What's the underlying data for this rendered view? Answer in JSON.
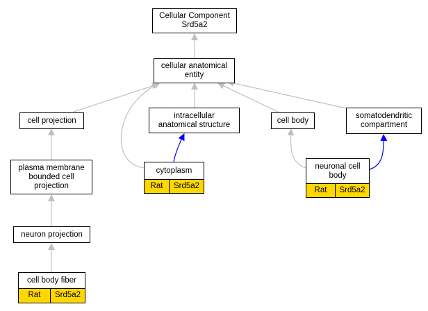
{
  "nodes": {
    "root": {
      "line1": "Cellular Component",
      "line2": "Srd5a2"
    },
    "cae": {
      "line1": "cellular anatomical",
      "line2": "entity"
    },
    "cellproj": {
      "line1": "cell projection"
    },
    "ias": {
      "line1": "intracellular",
      "line2": "anatomical structure"
    },
    "cellbody": {
      "line1": "cell body"
    },
    "somato": {
      "line1": "somatodendritic",
      "line2": "compartment"
    },
    "pmbcp": {
      "line1": "plasma membrane",
      "line2": "bounded cell",
      "line3": "projection"
    },
    "cytoplasm": {
      "line1": "cytoplasm",
      "species": "Rat",
      "gene": "Srd5a2"
    },
    "ncb": {
      "line1": "neuronal cell",
      "line2": "body",
      "species": "Rat",
      "gene": "Srd5a2"
    },
    "neuronproj": {
      "line1": "neuron projection"
    },
    "cbf": {
      "line1": "cell body fiber",
      "species": "Rat",
      "gene": "Srd5a2"
    }
  },
  "colors": {
    "annotation": "#ffd700",
    "is_a_edge": "#c0c0c0",
    "annotated_edge": "#0000ff"
  }
}
